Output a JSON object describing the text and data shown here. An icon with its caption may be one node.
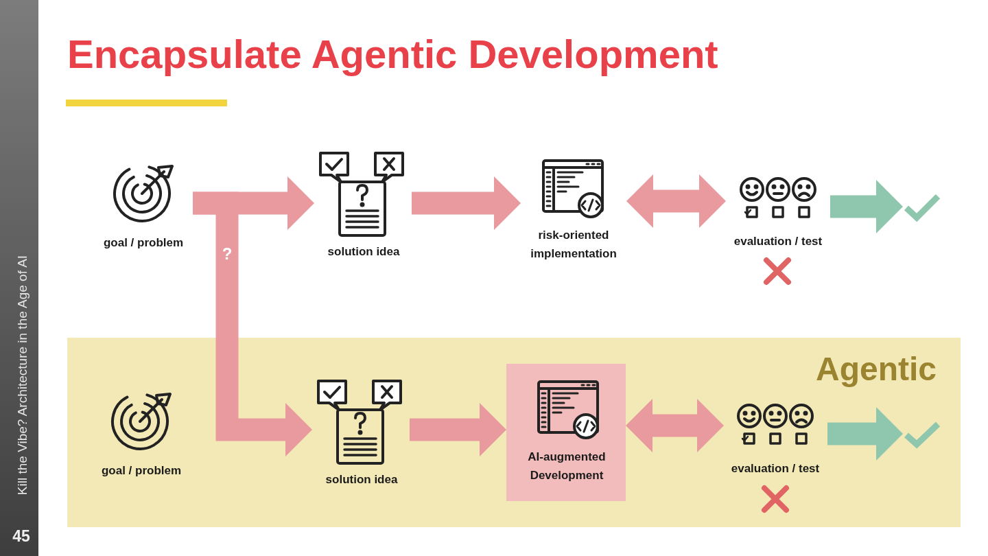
{
  "diagram": {
    "title": "Encapsulate Agentic Development",
    "nodes": [
      {
        "text": [
          "goal / problem"
        ]
      },
      {
        "text": [
          "solution idea"
        ]
      },
      {
        "text": [
          "risk-oriented implementation"
        ]
      },
      {
        "text": [
          "evaluation / test"
        ]
      },
      {
        "text": [],
        "shape": "checkmark"
      },
      {
        "text": [
          "Agentic"
        ]
      },
      {
        "text": [
          "goal / problem"
        ],
        "in": 5
      },
      {
        "text": [
          "solution idea"
        ],
        "in": 5
      },
      {
        "text": [
          "AI-augmented Development"
        ],
        "in": 5
      },
      {
        "text": [
          "evaluation / test"
        ],
        "in": 5
      },
      {
        "text": [],
        "shape": "checkmark",
        "in": 5
      }
    ],
    "edges": [
      {
        "from": 0,
        "to": 1,
        "arrow": "to"
      },
      {
        "from": 0,
        "to": 7,
        "arrow": "to",
        "label": "?"
      },
      {
        "from": 1,
        "to": 2,
        "arrow": "to"
      },
      {
        "from": 2,
        "to": 3,
        "arrow": "both"
      },
      {
        "from": 3,
        "to": 4,
        "arrow": "to",
        "color": "#8fc7ae"
      },
      {
        "from": 7,
        "to": 8,
        "arrow": "to"
      },
      {
        "from": 8,
        "to": 9,
        "arrow": "both"
      },
      {
        "from": 9,
        "to": 10,
        "arrow": "to",
        "color": "#8fc7ae"
      }
    ],
    "labels": [
      "Kill the Vibe? Architecture in the Age of AI",
      "45"
    ]
  }
}
